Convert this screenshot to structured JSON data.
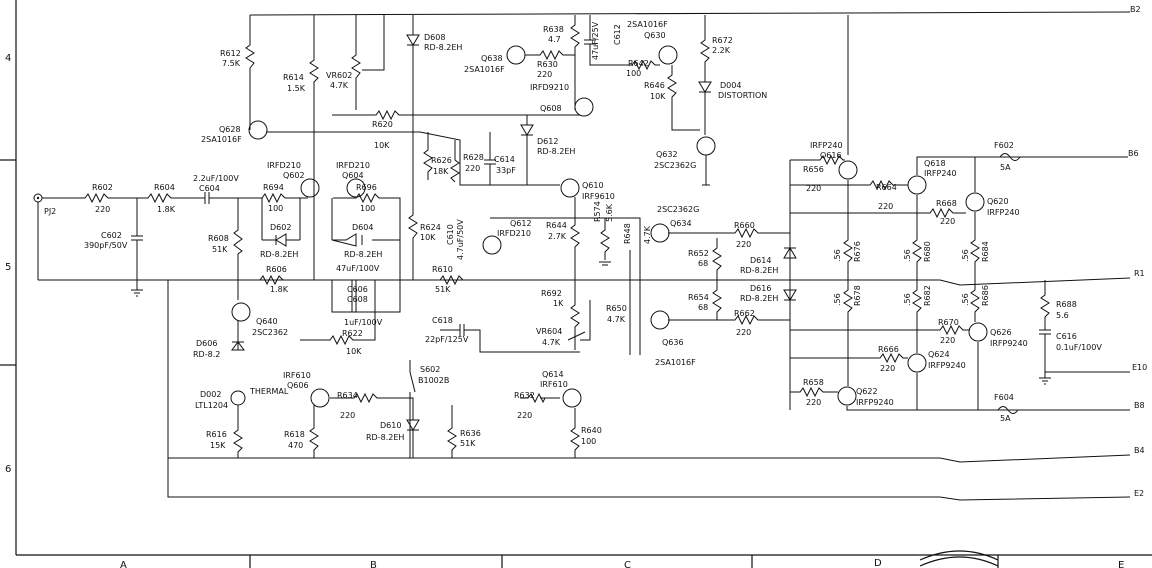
{
  "rows": [
    "4",
    "5",
    "6"
  ],
  "cols": [
    "A",
    "B",
    "C",
    "D",
    "E"
  ],
  "connector": "PJ2",
  "rails": [
    "B2",
    "B6",
    "R1",
    "E10",
    "B8",
    "B4",
    "E2"
  ],
  "fuses": [
    {
      "ref": "F602",
      "val": "5A"
    },
    {
      "ref": "F604",
      "val": "5A"
    }
  ],
  "resistors": [
    {
      "ref": "R602",
      "val": "220"
    },
    {
      "ref": "R604",
      "val": "1.8K"
    },
    {
      "ref": "R612",
      "val": "7.5K"
    },
    {
      "ref": "R614",
      "val": "1.5K"
    },
    {
      "ref": "VR602",
      "val": "4.7K"
    },
    {
      "ref": "R620",
      "val": "10K"
    },
    {
      "ref": "R626",
      "val": "18K"
    },
    {
      "ref": "R628",
      "val": "220"
    },
    {
      "ref": "R638",
      "val": "4.7"
    },
    {
      "ref": "R630",
      "val": "220"
    },
    {
      "ref": "R642",
      "val": "100"
    },
    {
      "ref": "R646",
      "val": "10K"
    },
    {
      "ref": "R672",
      "val": "2.2K"
    },
    {
      "ref": "R694",
      "val": "100"
    },
    {
      "ref": "R696",
      "val": "100"
    },
    {
      "ref": "R608",
      "val": "51K"
    },
    {
      "ref": "R606",
      "val": "1.8K"
    },
    {
      "ref": "R624",
      "val": "10K"
    },
    {
      "ref": "R610",
      "val": "51K"
    },
    {
      "ref": "R622",
      "val": "10K"
    },
    {
      "ref": "R644",
      "val": "2.7K"
    },
    {
      "ref": "R574",
      "val": "5.6K"
    },
    {
      "ref": "R648",
      "val": "4.7K"
    },
    {
      "ref": "R652",
      "val": "68"
    },
    {
      "ref": "R654",
      "val": "68"
    },
    {
      "ref": "R650",
      "val": "4.7K"
    },
    {
      "ref": "R660",
      "val": "220"
    },
    {
      "ref": "R662",
      "val": "220"
    },
    {
      "ref": "R692",
      "val": "1K"
    },
    {
      "ref": "VR604",
      "val": "4.7K"
    },
    {
      "ref": "R632",
      "val": "220"
    },
    {
      "ref": "R640",
      "val": "100"
    },
    {
      "ref": "R634",
      "val": "220"
    },
    {
      "ref": "R636",
      "val": "51K"
    },
    {
      "ref": "R616",
      "val": "15K"
    },
    {
      "ref": "R618",
      "val": "470"
    },
    {
      "ref": "R656",
      "val": "220"
    },
    {
      "ref": "R664",
      "val": "220"
    },
    {
      "ref": "R668",
      "val": "220"
    },
    {
      "ref": "R670",
      "val": "220"
    },
    {
      "ref": "R666",
      "val": "220"
    },
    {
      "ref": "R658",
      "val": "220"
    },
    {
      "ref": "R676",
      "val": ".56"
    },
    {
      "ref": "R680",
      "val": ".56"
    },
    {
      "ref": "R684",
      "val": ".56"
    },
    {
      "ref": "R678",
      "val": ".56"
    },
    {
      "ref": "R682",
      "val": ".56"
    },
    {
      "ref": "R686",
      "val": ".56"
    },
    {
      "ref": "R688",
      "val": "5.6"
    }
  ],
  "capacitors": [
    {
      "ref": "C602",
      "val": "390pF/50V"
    },
    {
      "ref": "C604",
      "val": "2.2uF/100V"
    },
    {
      "ref": "C612",
      "val": "47uF/25V"
    },
    {
      "ref": "C614",
      "val": "33pF"
    },
    {
      "ref": "C610",
      "val": "4.7uF/50V"
    },
    {
      "ref": "C606",
      "val": "47uF/100V"
    },
    {
      "ref": "C608",
      "val": "1uF/100V"
    },
    {
      "ref": "C618",
      "val": "22pF/125V"
    },
    {
      "ref": "C616",
      "val": "0.1uF/100V"
    }
  ],
  "transistors": [
    {
      "ref": "Q628",
      "part": "2SA1016F"
    },
    {
      "ref": "Q602",
      "part": "IRFD210"
    },
    {
      "ref": "Q604",
      "part": "IRFD210"
    },
    {
      "ref": "Q638",
      "part": "2SA1016F"
    },
    {
      "ref": "Q630",
      "part": "2SA1016F"
    },
    {
      "ref": "Q608",
      "part": "IRFD9210"
    },
    {
      "ref": "Q632",
      "part": "2SC2362G"
    },
    {
      "ref": "Q610",
      "part": "IRF9610"
    },
    {
      "ref": "Q612",
      "part": "IRFD210"
    },
    {
      "ref": "Q634",
      "part": "2SC2362G"
    },
    {
      "ref": "Q636",
      "part": "2SA1016F"
    },
    {
      "ref": "Q640",
      "part": "2SC2362"
    },
    {
      "ref": "Q606",
      "part": "IRF610"
    },
    {
      "ref": "Q614",
      "part": "IRF610"
    },
    {
      "ref": "Q616",
      "part": "IRFP240"
    },
    {
      "ref": "Q618",
      "part": "IRFP240"
    },
    {
      "ref": "Q620",
      "part": "IRFP240"
    },
    {
      "ref": "Q626",
      "part": "IRFP9240"
    },
    {
      "ref": "Q624",
      "part": "IRFP9240"
    },
    {
      "ref": "Q622",
      "part": "IRFP9240"
    }
  ],
  "diodes": [
    {
      "ref": "D608",
      "part": "RD-8.2EH"
    },
    {
      "ref": "D612",
      "part": "RD-8.2EH"
    },
    {
      "ref": "D602",
      "part": "RD-8.2EH"
    },
    {
      "ref": "D604",
      "part": "RD-8.2EH"
    },
    {
      "ref": "D614",
      "part": "RD-8.2EH"
    },
    {
      "ref": "D616",
      "part": "RD-8.2EH"
    },
    {
      "ref": "D606",
      "part": "RD-8.2"
    },
    {
      "ref": "D610",
      "part": "RD-8.2EH"
    },
    {
      "ref": "D004",
      "part": "DISTORTION"
    },
    {
      "ref": "D002",
      "part": "LTL1204"
    }
  ],
  "switch": {
    "ref": "S602",
    "part": "B1002B"
  },
  "thermal_label": "THERMAL"
}
